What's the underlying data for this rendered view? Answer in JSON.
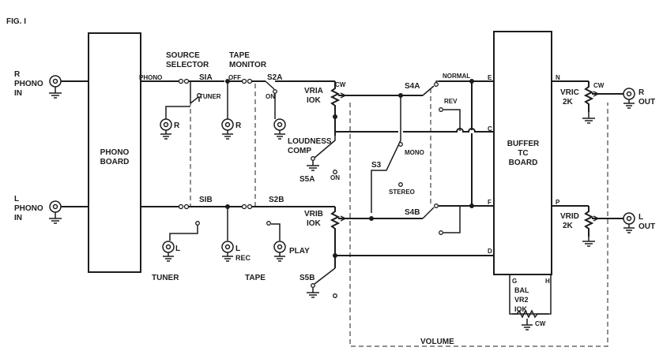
{
  "figure": {
    "label": "FIG. I"
  },
  "inputs": {
    "r_in_line1": "R",
    "r_in_line2": "PHONO",
    "r_in_line3": "IN",
    "l_in_line1": "L",
    "l_in_line2": "PHONO",
    "l_in_line3": "IN"
  },
  "boards": {
    "phono_line1": "PHONO",
    "phono_line2": "BOARD",
    "buffer_line1": "BUFFER",
    "buffer_line2": "TC",
    "buffer_line3": "BOARD"
  },
  "source_selector": {
    "title_line1": "SOURCE",
    "title_line2": "SELECTOR",
    "s1a": "SIA",
    "s1b": "SIB",
    "phono": "PHONO",
    "tuner": "TUNER"
  },
  "tape_monitor": {
    "title_line1": "TAPE",
    "title_line2": "MONITOR",
    "s2a": "S2A",
    "s2b": "S2B",
    "off": "OFF",
    "on": "ON"
  },
  "jacks": {
    "tuner_r": "R",
    "tape_r": "R",
    "tuner_l": "L",
    "rec_l": "L",
    "rec": "REC",
    "play": "PLAY",
    "tuner_caption": "TUNER",
    "tape_caption": "TAPE"
  },
  "loudness": {
    "title_line1": "LOUDNESS",
    "title_line2": "COMP",
    "s5a": "S5A",
    "s5b": "S5B",
    "on": "ON"
  },
  "pots": {
    "vr1a_line1": "VRIA",
    "vr1a_line2": "IOK",
    "vr1a_cw": "CW",
    "vr1b_line1": "VRIB",
    "vr1b_line2": "IOK",
    "vr1c_line1": "VRIC",
    "vr1c_line2": "2K",
    "vr1c_cw": "CW",
    "vr1d_line1": "VRID",
    "vr1d_line2": "2K",
    "bal_line1": "BAL",
    "bal_line2": "VR2",
    "bal_line3": "IOK",
    "bal_cw": "CW"
  },
  "mode_switch": {
    "s3": "S3",
    "s4a": "S4A",
    "s4b": "S4B",
    "normal": "NORMAL",
    "rev": "REV",
    "mono": "MONO",
    "stereo": "STEREO"
  },
  "board_pins": {
    "e": "E",
    "c": "C",
    "f": "F",
    "d": "D",
    "n": "N",
    "p": "P",
    "g": "G",
    "h": "H"
  },
  "outputs": {
    "r_out_line1": "R",
    "r_out_line2": "OUT",
    "l_out_line1": "L",
    "l_out_line2": "OUT"
  },
  "volume": {
    "label": "VOLUME"
  }
}
